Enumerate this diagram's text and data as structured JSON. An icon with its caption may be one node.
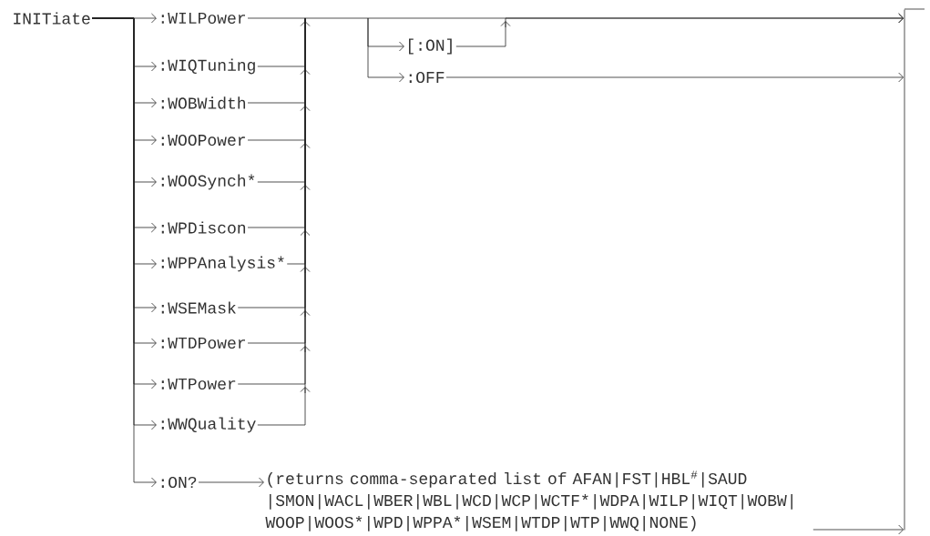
{
  "diagram": {
    "nodes": [
      {
        "text": [
          "INITiate"
        ]
      },
      {
        "text": [
          ":WILPower"
        ]
      },
      {
        "text": [
          ":WIQTuning"
        ]
      },
      {
        "text": [
          ":WOBWidth"
        ]
      },
      {
        "text": [
          ":WOOPower"
        ]
      },
      {
        "text": [
          ":WOOSynch*"
        ]
      },
      {
        "text": [
          ":WPDiscon"
        ]
      },
      {
        "text": [
          ":WPPAnalysis*"
        ]
      },
      {
        "text": [
          ":WSEMask"
        ]
      },
      {
        "text": [
          ":WTDPower"
        ]
      },
      {
        "text": [
          ":WTPower"
        ]
      },
      {
        "text": [
          ":WWQuality"
        ]
      },
      {
        "text": [
          ":ON?"
        ]
      },
      {
        "text": [
          "[:ON]"
        ]
      },
      {
        "text": [
          ":OFF"
        ]
      },
      {
        "text": [
          "(returns comma-separated list of AFAN|FST|HBL$^{#}$|SAUD |SMON|WACL|WBER|WBL|WCD|WCP|WCTF*|WDPA|WILP|WIQT|WOBW| WOOP|WOOS*|WPD|WPPA*|WSEM|WTDP|WTP|WWQ|NONE)"
        ]
      },
      {
        "text": [],
        "shape": "bar"
      }
    ],
    "edges": [
      {
        "from": 0,
        "to": 1,
        "arrow": "to"
      },
      {
        "from": 0,
        "to": 2,
        "arrow": "to"
      },
      {
        "from": 0,
        "to": 3,
        "arrow": "to"
      },
      {
        "from": 0,
        "to": 4,
        "arrow": "to"
      },
      {
        "from": 0,
        "to": 5,
        "arrow": "to"
      },
      {
        "from": 0,
        "to": 6,
        "arrow": "to"
      },
      {
        "from": 0,
        "to": 7,
        "arrow": "to"
      },
      {
        "from": 0,
        "to": 8,
        "arrow": "to"
      },
      {
        "from": 0,
        "to": 9,
        "arrow": "to"
      },
      {
        "from": 0,
        "to": 10,
        "arrow": "to"
      },
      {
        "from": 0,
        "to": 11,
        "arrow": "to"
      },
      {
        "from": 0,
        "to": 12,
        "arrow": "to"
      },
      {
        "from": 1,
        "to": 13,
        "arrow": "to"
      },
      {
        "from": 1,
        "to": 14,
        "arrow": "to"
      },
      {
        "from": 1,
        "to": 16,
        "arrow": "to"
      },
      {
        "from": 2,
        "to": 13,
        "arrow": "to"
      },
      {
        "from": 2,
        "to": 14,
        "arrow": "to"
      },
      {
        "from": 2,
        "to": 16,
        "arrow": "to"
      },
      {
        "from": 3,
        "to": 13,
        "arrow": "to"
      },
      {
        "from": 3,
        "to": 14,
        "arrow": "to"
      },
      {
        "from": 3,
        "to": 16,
        "arrow": "to"
      },
      {
        "from": 4,
        "to": 13,
        "arrow": "to"
      },
      {
        "from": 4,
        "to": 14,
        "arrow": "to"
      },
      {
        "from": 4,
        "to": 16,
        "arrow": "to"
      },
      {
        "from": 5,
        "to": 13,
        "arrow": "to"
      },
      {
        "from": 5,
        "to": 14,
        "arrow": "to"
      },
      {
        "from": 5,
        "to": 16,
        "arrow": "to"
      },
      {
        "from": 6,
        "to": 13,
        "arrow": "to"
      },
      {
        "from": 6,
        "to": 14,
        "arrow": "to"
      },
      {
        "from": 6,
        "to": 16,
        "arrow": "to"
      },
      {
        "from": 7,
        "to": 13,
        "arrow": "to"
      },
      {
        "from": 7,
        "to": 14,
        "arrow": "to"
      },
      {
        "from": 7,
        "to": 16,
        "arrow": "to"
      },
      {
        "from": 8,
        "to": 13,
        "arrow": "to"
      },
      {
        "from": 8,
        "to": 14,
        "arrow": "to"
      },
      {
        "from": 8,
        "to": 16,
        "arrow": "to"
      },
      {
        "from": 9,
        "to": 13,
        "arrow": "to"
      },
      {
        "from": 9,
        "to": 14,
        "arrow": "to"
      },
      {
        "from": 9,
        "to": 16,
        "arrow": "to"
      },
      {
        "from": 10,
        "to": 13,
        "arrow": "to"
      },
      {
        "from": 10,
        "to": 14,
        "arrow": "to"
      },
      {
        "from": 10,
        "to": 16,
        "arrow": "to"
      },
      {
        "from": 11,
        "to": 13,
        "arrow": "to"
      },
      {
        "from": 11,
        "to": 14,
        "arrow": "to"
      },
      {
        "from": 11,
        "to": 16,
        "arrow": "to"
      },
      {
        "from": 13,
        "to": 16,
        "arrow": "to"
      },
      {
        "from": 14,
        "to": 16,
        "arrow": "to"
      },
      {
        "from": 12,
        "to": 15,
        "arrow": "to"
      },
      {
        "from": 15,
        "to": 16,
        "arrow": "to"
      }
    ]
  }
}
